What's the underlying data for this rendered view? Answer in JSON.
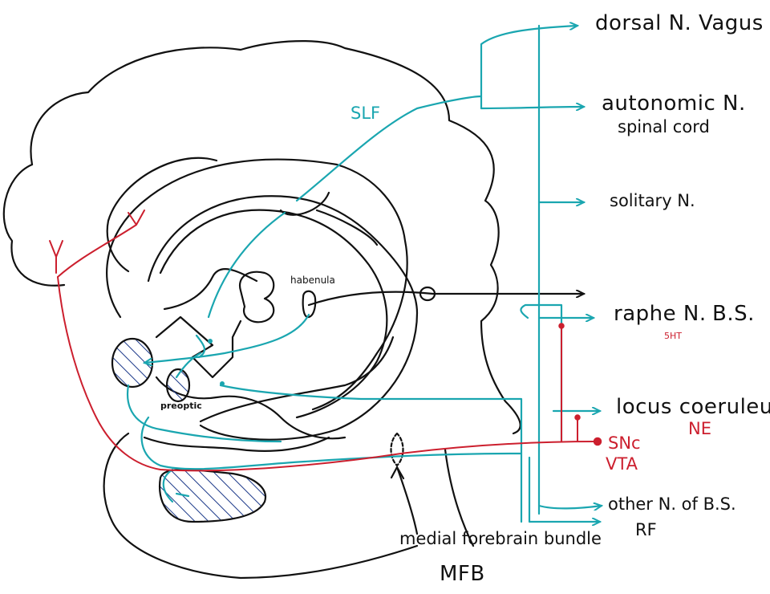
{
  "labels": {
    "dorsal_vagus": "dorsal N. Vagus",
    "autonomic": "autonomic N.",
    "spinal_cord": "spinal cord",
    "solitary": "solitary N.",
    "raphe": "raphe N.",
    "bs": "B.S.",
    "five_ht": "5HT",
    "locus_coeruleus": "locus coeruleus",
    "ne": "NE",
    "snc": "SNc",
    "vta": "VTA",
    "other_bs": "other N. of B.S.",
    "rf": "RF",
    "mfb_full": "medial forebrain bundle",
    "mfb": "MFB",
    "slf": "SLF",
    "habenula": "habenula",
    "preoptic": "preoptic"
  },
  "colors": {
    "ink": "#111111",
    "teal": "#1aa6b0",
    "red": "#cc1f2e",
    "hatch": "#1d3a8a"
  }
}
